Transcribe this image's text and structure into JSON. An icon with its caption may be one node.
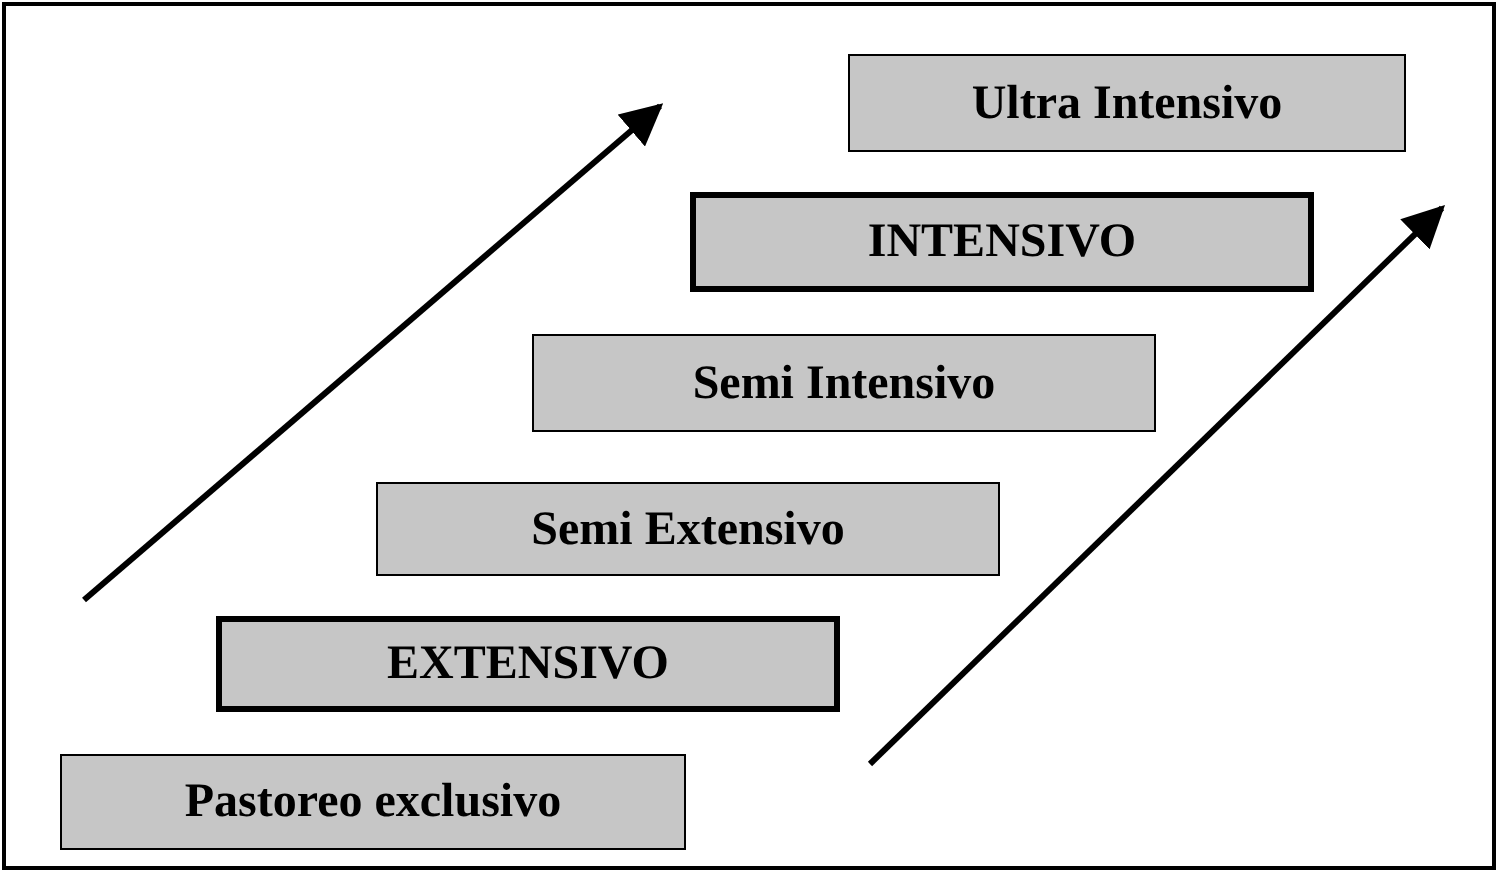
{
  "diagram": {
    "nodes": [
      {
        "text": [
          "Pastoreo exclusivo"
        ]
      },
      {
        "text": [
          "EXTENSIVO"
        ]
      },
      {
        "text": [
          "Semi Extensivo"
        ]
      },
      {
        "text": [
          "Semi Intensivo"
        ]
      },
      {
        "text": [
          "INTENSIVO"
        ]
      },
      {
        "text": [
          "Ultra Intensivo"
        ]
      }
    ]
  }
}
